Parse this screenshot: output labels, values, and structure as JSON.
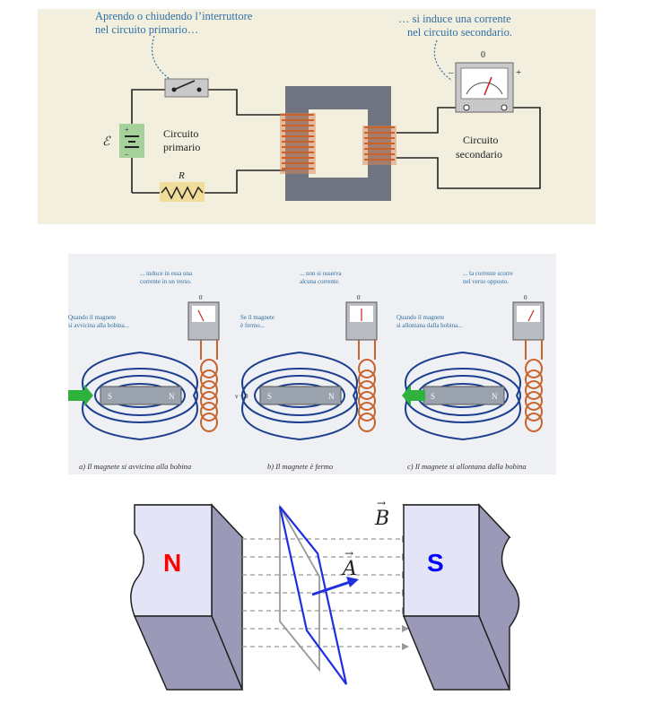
{
  "panel1": {
    "caption_left_line1": "Aprendo o chiudendo l’interruttore",
    "caption_left_line2": "nel circuito primario…",
    "caption_right_line1": "… si induce una corrente",
    "caption_right_line2": "nel circuito secondario.",
    "meter_zero": "0",
    "meter_minus": "–",
    "meter_plus": "+",
    "emf_symbol": "ℰ",
    "battery_plus": "+",
    "battery_minus": "–",
    "primary_label_line1": "Circuito",
    "primary_label_line2": "primario",
    "resistor_label": "R",
    "secondary_label_line1": "Circuito",
    "secondary_label_line2": "secondario"
  },
  "panel2": {
    "a": {
      "top_caption_line1": "... induce in essa una",
      "top_caption_line2": "corrente in un verso.",
      "side_caption_line1": "Quando il magnete",
      "side_caption_line2": "si avvicina alla bobina...",
      "meter_zero": "0",
      "subcaption": "a) Il magnete si avvicina alla bobina"
    },
    "b": {
      "top_caption_line1": "... non si osserva",
      "top_caption_line2": "alcuna corrente.",
      "side_caption_line1": "Se il magnete",
      "side_caption_line2": "è fermo...",
      "v_label": "v = 0",
      "meter_zero": "0",
      "subcaption": "b) Il magnete è fermo"
    },
    "c": {
      "top_caption_line1": "... la corrente scorre",
      "top_caption_line2": "nel verso opposto.",
      "side_caption_line1": "Quando il magnete",
      "side_caption_line2": "si allontana dalla bobina...",
      "meter_zero": "0",
      "subcaption": "c) Il magnete si allontana dalla bobina"
    },
    "pole_s": "S",
    "pole_n": "N"
  },
  "panel3": {
    "north_label": "N",
    "south_label": "S",
    "b_vector_label": "B",
    "a_vector_label": "A",
    "colors": {
      "north": "#ff0000",
      "south": "#0000ff",
      "loop": "#1f2fe0",
      "face": "#e4e4f7",
      "side": "#c6c6e0"
    }
  }
}
